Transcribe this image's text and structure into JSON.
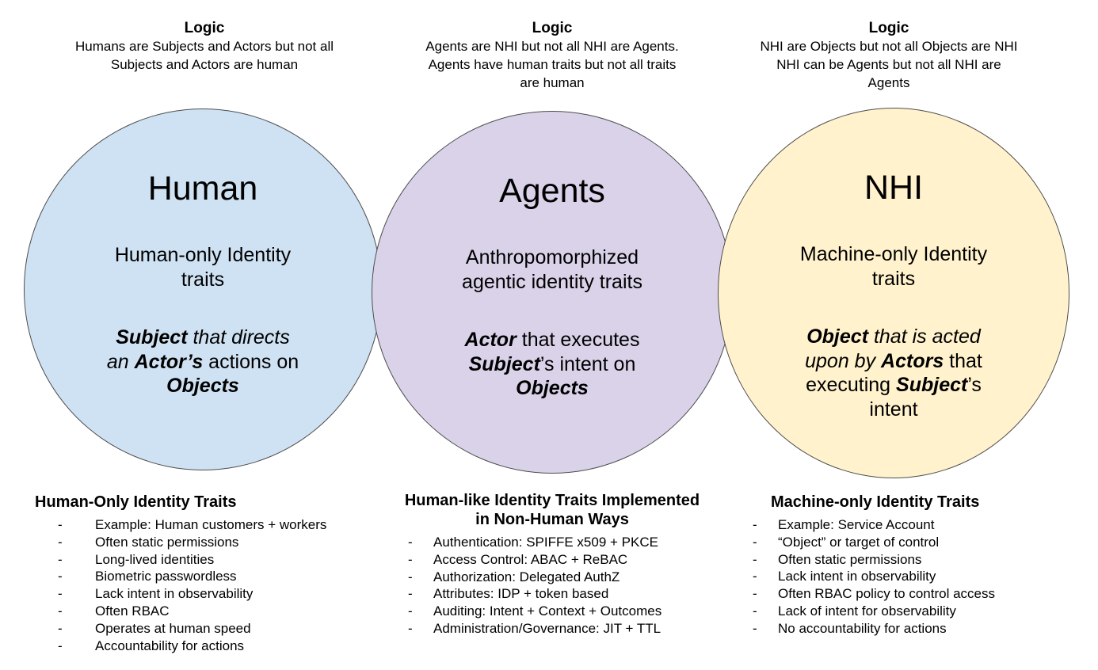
{
  "colors": {
    "human_fill": "#cfe2f3",
    "agents_fill": "#d9d2e9",
    "nhi_fill": "#fff2cc",
    "circle_border": "#4d4d4d",
    "text": "#000000",
    "background": "#ffffff"
  },
  "logic_notes": [
    {
      "title": "Logic",
      "text": "Humans are Subjects and Actors but not all\nSubjects and Actors are human"
    },
    {
      "title": "Logic",
      "text": "Agents are NHI but not all NHI are Agents.\nAgents have human traits but not all traits\nare human"
    },
    {
      "title": "Logic",
      "text": "NHI are Objects but not all Objects are NHI\nNHI can be Agents but not all NHI are\nAgents"
    }
  ],
  "circles": [
    {
      "title": "Human",
      "subtitle": "Human-only Identity\ntraits",
      "fill": "#cfe2f3",
      "statement_runs": [
        {
          "text": "Subject",
          "bold": true,
          "italic": true
        },
        {
          "text": " that directs\nan ",
          "italic": true
        },
        {
          "text": "Actor’s",
          "bold": true,
          "italic": true
        },
        {
          "text": " actions on\n"
        },
        {
          "text": "Objects",
          "bold": true,
          "italic": true
        }
      ]
    },
    {
      "title": "Agents",
      "subtitle": "Anthropomorphized\nagentic identity traits",
      "fill": "#d9d2e9",
      "statement_runs": [
        {
          "text": "Actor",
          "bold": true,
          "italic": true
        },
        {
          "text": " that executes\n"
        },
        {
          "text": "Subject",
          "bold": true,
          "italic": true
        },
        {
          "text": "’s intent on\n"
        },
        {
          "text": "Objects",
          "bold": true,
          "italic": true
        }
      ]
    },
    {
      "title": "NHI",
      "subtitle": "Machine-only Identity\ntraits",
      "fill": "#fff2cc",
      "statement_runs": [
        {
          "text": "Object",
          "bold": true,
          "italic": true
        },
        {
          "text": " that is acted\nupon by ",
          "italic": true
        },
        {
          "text": "Actors",
          "bold": true,
          "italic": true
        },
        {
          "text": " that\nexecuting "
        },
        {
          "text": "Subject",
          "bold": true,
          "italic": true
        },
        {
          "text": "’s\nintent"
        }
      ]
    }
  ],
  "trait_lists": [
    {
      "heading": "Human-Only Identity Traits",
      "items": [
        "Example: Human customers + workers",
        "Often static permissions",
        "Long-lived identities",
        "Biometric passwordless",
        "Lack intent in observability",
        "Often RBAC",
        "Operates at human speed",
        "Accountability for actions"
      ]
    },
    {
      "heading": "Human-like Identity Traits Implemented\nin Non-Human Ways",
      "items": [
        "Authentication: SPIFFE x509 + PKCE",
        "Access Control: ABAC + ReBAC",
        "Authorization: Delegated AuthZ",
        "Attributes: IDP + token based",
        "Auditing: Intent + Context + Outcomes",
        "Administration/Governance: JIT + TTL"
      ]
    },
    {
      "heading": "Machine-only Identity Traits",
      "items": [
        "Example: Service Account",
        "“Object” or target of control",
        "Often static permissions",
        "Lack intent in observability",
        "Often RBAC policy to control access",
        "Lack of intent for observability",
        "No accountability for actions"
      ]
    }
  ]
}
